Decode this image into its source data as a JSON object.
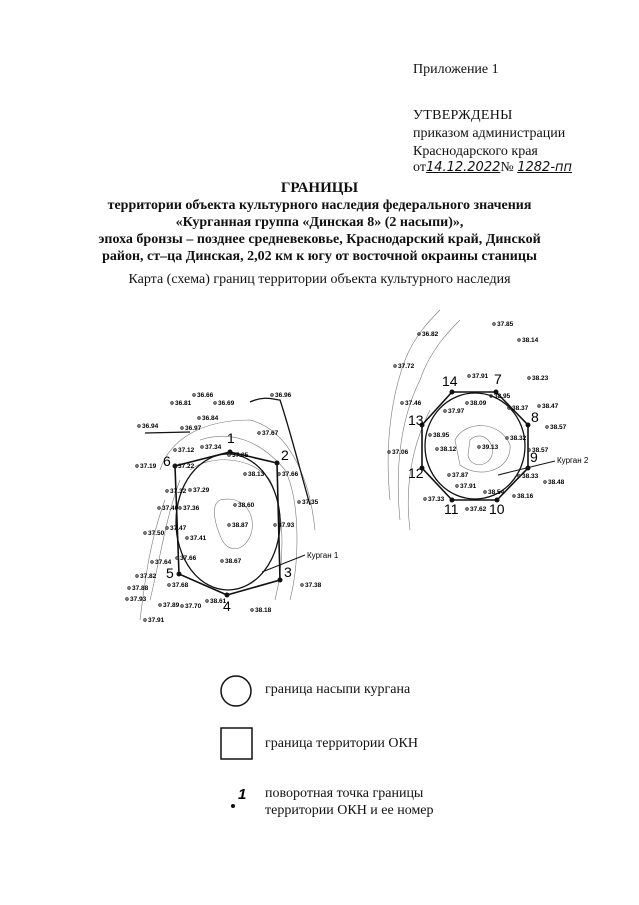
{
  "header": {
    "appendix": "Приложение 1",
    "approved": "УТВЕРЖДЕНЫ",
    "order_line1": "приказом администрации",
    "order_line2": "Краснодарского края",
    "date_prefix": "от",
    "date_handwritten": "14.12.2022",
    "number_prefix": "№",
    "number_handwritten": "1282-пп"
  },
  "title": {
    "main": "ГРАНИЦЫ",
    "line1": "территории объекта культурного наследия федерального значения",
    "line2": "«Курганная группа «Динская 8» (2 насыпи)»,",
    "line3": "эпоха бронзы – позднее средневековье, Краснодарский край, Динской",
    "line4": "район, ст–ца Динская, 2,02 км к югу от восточной окраины станицы"
  },
  "map": {
    "caption": "Карта (схема) границ территории объекта культурного наследия",
    "kurgan1_label": "Курган 1",
    "kurgan2_label": "Курган 2",
    "turning_points": [
      "1",
      "2",
      "3",
      "4",
      "5",
      "6",
      "7",
      "8",
      "9",
      "10",
      "11",
      "12",
      "13",
      "14"
    ],
    "elevations_left": [
      "36.66",
      "36.81",
      "36.69",
      "36.96",
      "36.84",
      "36.94",
      "36.97",
      "37.67",
      "37.12",
      "37.34",
      "37.85",
      "37.19",
      "37.22",
      "38.13",
      "37.66",
      "37.32",
      "37.29",
      "38.60",
      "37.35",
      "37.40",
      "37.36",
      "38.87",
      "37.93",
      "37.50",
      "37.47",
      "37.41",
      "37.66",
      "38.67",
      "37.64",
      "37.82",
      "37.88",
      "37.68",
      "37.38",
      "37.93",
      "38.61",
      "37.89",
      "37.70",
      "38.18",
      "37.91"
    ],
    "elevations_right": [
      "37.85",
      "36.82",
      "38.14",
      "37.72",
      "37.91",
      "38.23",
      "38.95",
      "37.46",
      "38.09",
      "38.37",
      "38.47",
      "37.97",
      "38.57",
      "38.95",
      "38.32",
      "39.13",
      "38.57",
      "37.06",
      "38.12",
      "37.87",
      "38.33",
      "38.48",
      "37.91",
      "38.54",
      "38.16",
      "37.33",
      "37.62"
    ]
  },
  "legend": {
    "mound_boundary": "граница насыпи кургана",
    "okn_boundary": "граница территории ОКН",
    "point_symbol": "1",
    "turning_point_line1": "поворотная точка границы",
    "turning_point_line2": "территории ОКН и ее номер"
  }
}
